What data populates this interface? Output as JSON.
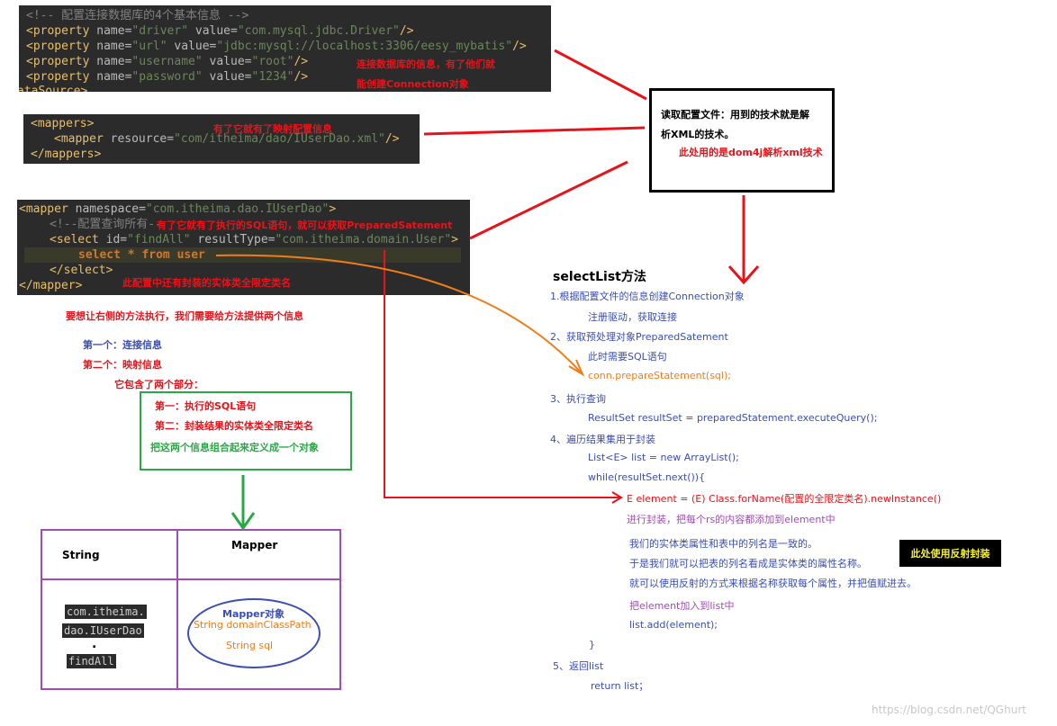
{
  "code1": {
    "comment": "<!-- 配置连接数据库的4个基本信息 -->",
    "lines": [
      {
        "name": "driver",
        "value": "com.mysql.jdbc.Driver"
      },
      {
        "name": "url",
        "value": "jdbc:mysql://localhost:3306/eesy_mybatis"
      },
      {
        "name": "username",
        "value": "root"
      },
      {
        "name": "password",
        "value": "1234"
      }
    ],
    "tail": "ataSource>",
    "tag_open": "<property",
    "attr_name": " name=",
    "attr_value": " value=",
    "tag_close": "/>"
  },
  "code2": {
    "line1": "<mappers>",
    "line2_tag": "<mapper",
    "line2_attr": " resource=",
    "line2_val": "\"com/itheima/dao/IUserDao.xml\"",
    "line2_close": "/>",
    "line3": "</mappers>"
  },
  "code3": {
    "l1_tag": "<mapper",
    "l1_attr": " namespace=",
    "l1_val": "\"com.itheima.dao.IUserDao\"",
    "l1_close": ">",
    "l2_comment": "<!--配置查询所有--",
    "l3_tag": "<select",
    "l3_attr1": " id=",
    "l3_val1": "\"findAll\"",
    "l3_attr2": " resultType=",
    "l3_val2": "\"com.itheima.domain.User\"",
    "l3_close": ">",
    "l4": "select * from user",
    "l5": "</select>",
    "l6": "</mapper>"
  },
  "annotations": {
    "conn_info_1": "连接数据库的信息，有了他们就",
    "conn_info_2": "能创建Connection对象",
    "mapper_info": "有了它就有了映射配置信息",
    "sql_info": "有了它就有了执行的SQL语句，就可以获取PreparedSatement",
    "entity_info": "此配置中还有封装的实体类全限定类名"
  },
  "read_box": {
    "line1": "读取配置文件：用到的技术就是解",
    "line2": "析XML的技术。",
    "line3": "此处用的是dom4j解析xml技术"
  },
  "left_notes": {
    "need_two": "要想让右侧的方法执行，我们需要给方法提供两个信息",
    "first": "第一个：连接信息",
    "second": "第二个：映射信息",
    "contains": "它包含了两个部分："
  },
  "green_box": {
    "l1": "第一：执行的SQL语句",
    "l2": "第二：封装结果的实体类全限定类名",
    "l3": "把这两个信息组合起来定义成一个对象"
  },
  "purple_table": {
    "col1": "String",
    "col2": "Mapper",
    "key_parts": [
      "com.itheima.",
      "dao.IUserDao",
      ".",
      "findAll"
    ],
    "ellipse_title": "Mapper对象",
    "ellipse_l1": "String domainClassPath",
    "ellipse_l2": "String sql"
  },
  "method": {
    "title": "selectList方法",
    "s1": "1.根据配置文件的信息创建Connection对象",
    "s1a": "注册驱动，获取连接",
    "s2": "2、获取预处理对象PreparedSatement",
    "s2a": "此时需要SQL语句",
    "s2b": "conn.prepareStatement(sql);",
    "s3": "3、执行查询",
    "s3a": "ResultSet resultSet = preparedStatement.executeQuery();",
    "s4": "4、遍历结果集用于封装",
    "s4a": "List<E> list = new ArrayList();",
    "s4b": "while(resultSet.next()){",
    "s4c": "E element =   (E) Class.forName(配置的全限定类名).newInstance()",
    "s4d": "进行封装，把每个rs的内容都添加到element中",
    "s4e": "我们的实体类属性和表中的列名是一致的。",
    "s4f": "于是我们就可以把表的列名看成是实体类的属性名称。",
    "s4g": "就可以使用反射的方式来根据名称获取每个属性，并把值赋进去。",
    "s4h": "把element加入到list中",
    "s4i": "list.add(element);",
    "s4j": "}",
    "s5": "5、返回list",
    "s5a": "return list；",
    "reflect_note": "此处使用反射封装"
  },
  "watermark": "https://blog.csdn.net/QGhurt"
}
